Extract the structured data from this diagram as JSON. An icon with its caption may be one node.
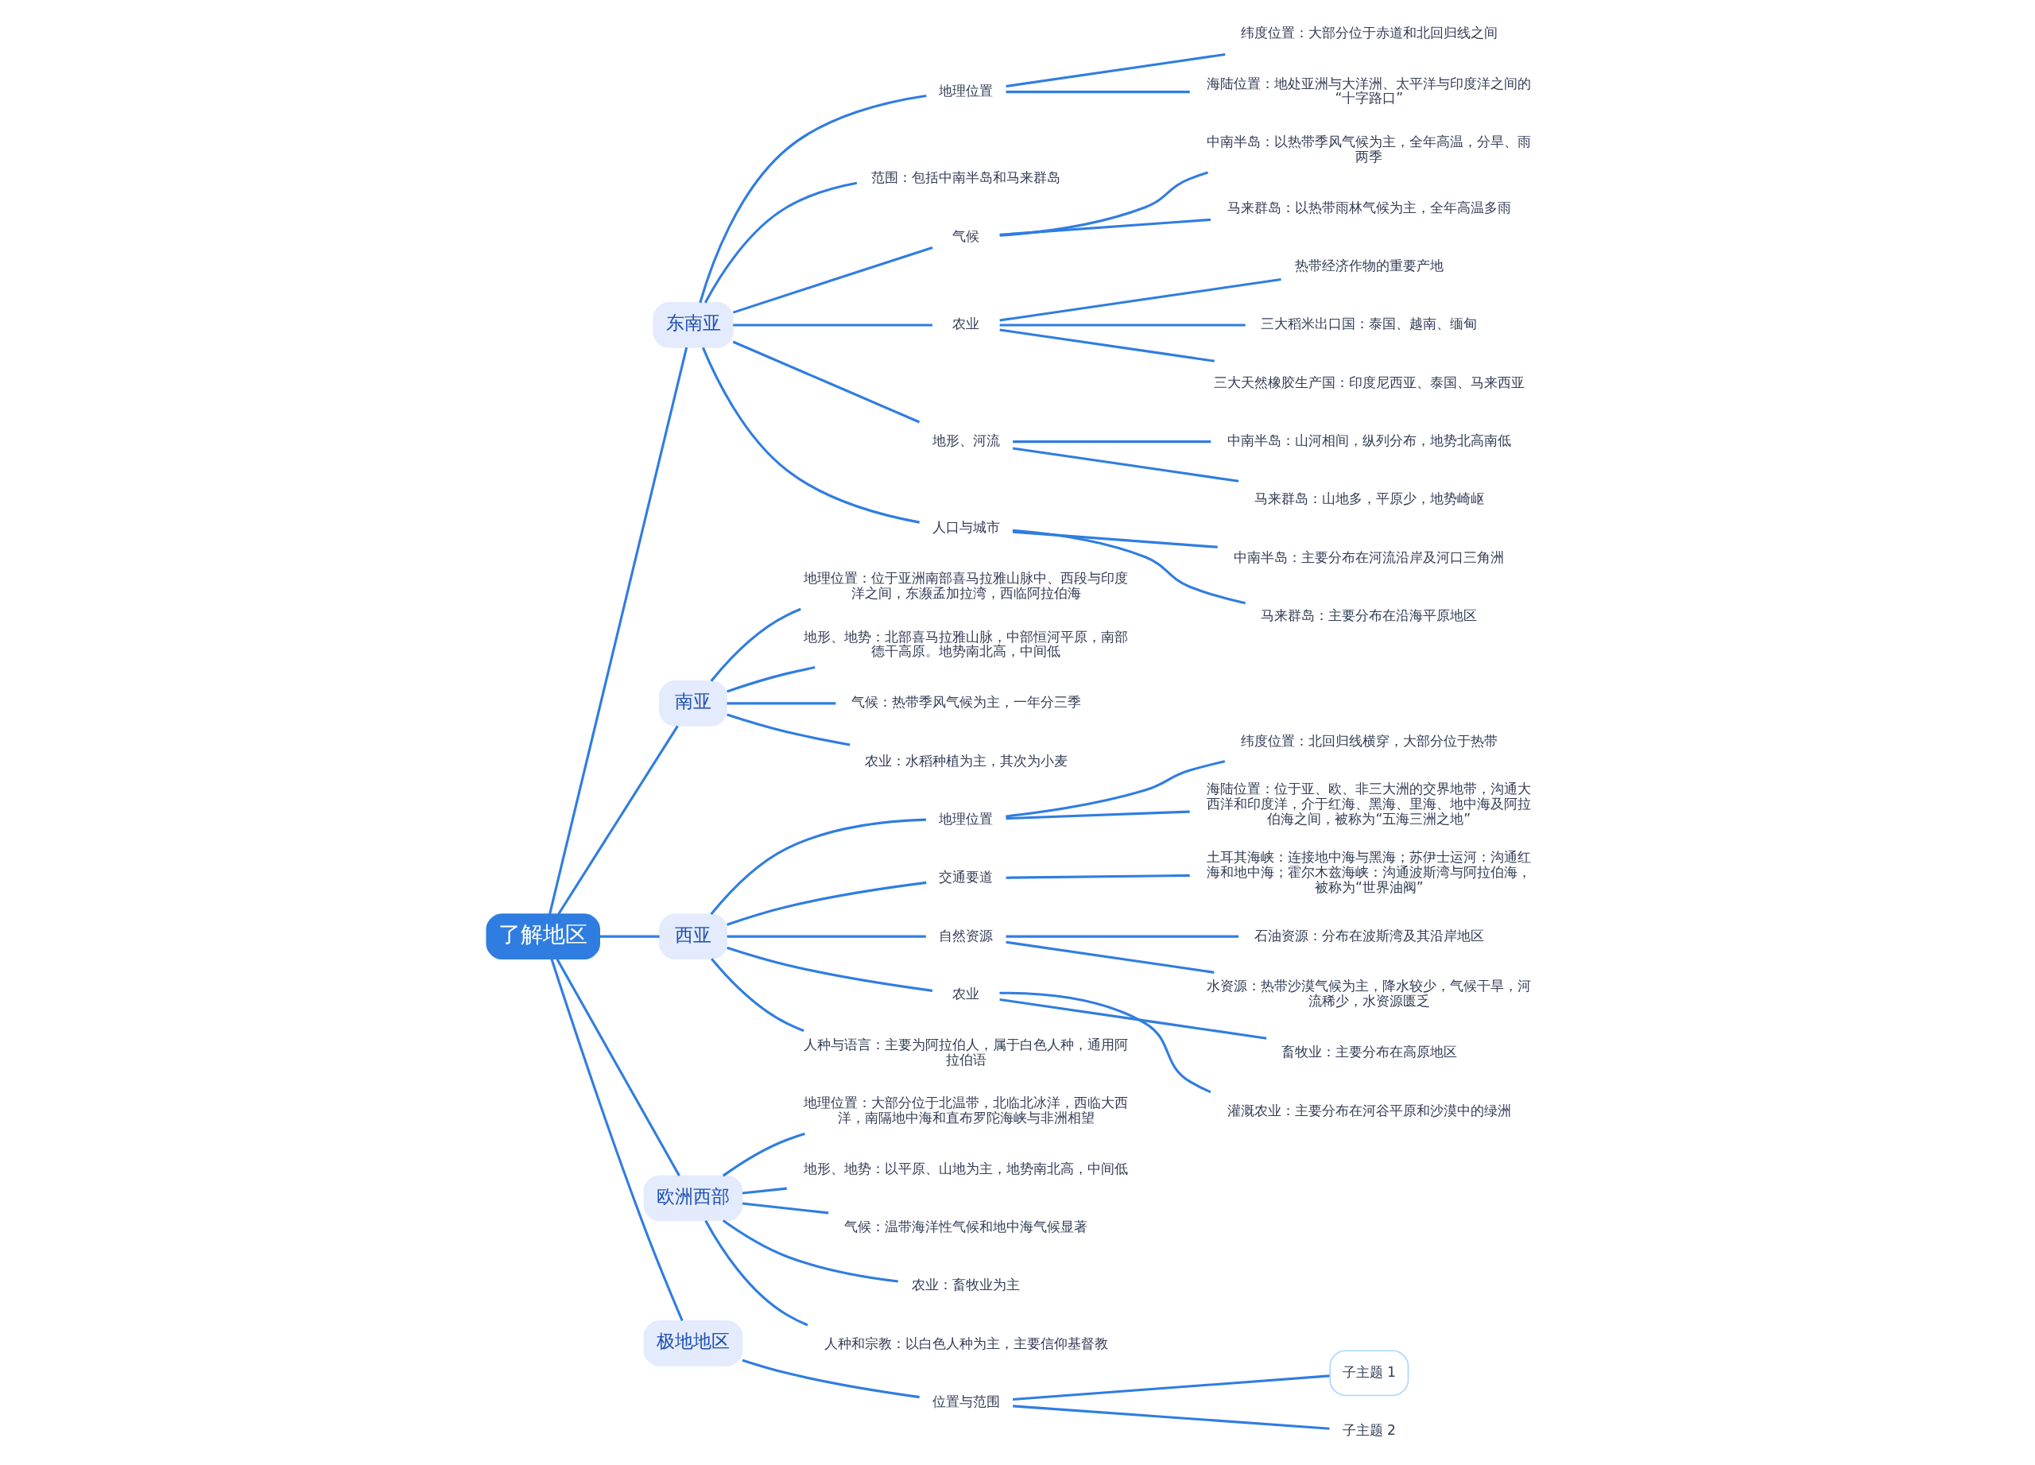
{
  "diagram": {
    "nodes": [
      {
        "text": [
          "了解地区"
        ]
      },
      {
        "text": [
          "东南亚"
        ]
      },
      {
        "text": [
          "地理位置"
        ]
      },
      {
        "text": [
          "纬度位置：大部分位于赤道和北回归线之间"
        ]
      },
      {
        "text": [
          "海陆位置：地处亚洲与大洋洲、太平洋与印度洋之间的“十字路口”"
        ]
      },
      {
        "text": [
          "范围：包括中南半岛和马来群岛"
        ]
      },
      {
        "text": [
          "气候"
        ]
      },
      {
        "text": [
          "中南半岛：以热带季风气候为主，全年高温，分旱、雨两季"
        ]
      },
      {
        "text": [
          "马来群岛：以热带雨林气候为主，全年高温多雨"
        ]
      },
      {
        "text": [
          "农业"
        ]
      },
      {
        "text": [
          "热带经济作物的重要产地"
        ]
      },
      {
        "text": [
          "三大稻米出口国：泰国、越南、缅甸"
        ]
      },
      {
        "text": [
          "三大天然橡胶生产国：印度尼西亚、泰国、马来西亚"
        ]
      },
      {
        "text": [
          "地形、河流"
        ]
      },
      {
        "text": [
          "中南半岛：山河相间，纵列分布，地势北高南低"
        ]
      },
      {
        "text": [
          "马来群岛：山地多，平原少，地势崎岖"
        ]
      },
      {
        "text": [
          "人口与城市"
        ]
      },
      {
        "text": [
          "中南半岛：主要分布在河流沿岸及河口三角洲"
        ]
      },
      {
        "text": [
          "马来群岛：主要分布在沿海平原地区"
        ]
      },
      {
        "text": [
          "南亚"
        ]
      },
      {
        "text": [
          "地理位置：位于亚洲南部喜马拉雅山脉中、西段与印度洋之间，东濒孟加拉湾，西临阿拉伯海"
        ]
      },
      {
        "text": [
          "地形、地势：北部喜马拉雅山脉，中部恒河平原，南部德干高原。地势南北高，中间低"
        ]
      },
      {
        "text": [
          "气候：热带季风气候为主，一年分三季"
        ]
      },
      {
        "text": [
          "农业：水稻种植为主，其次为小麦"
        ]
      },
      {
        "text": [
          "西亚"
        ]
      },
      {
        "text": [
          "地理位置"
        ]
      },
      {
        "text": [
          "纬度位置：北回归线横穿，大部分位于热带"
        ]
      },
      {
        "text": [
          "海陆位置：位于亚、欧、非三大洲的交界地带，沟通大西洋和印度洋，介于红海、黑海、里海、地中海及阿拉伯海之间，被称为“五海三洲之地”"
        ]
      },
      {
        "text": [
          "交通要道"
        ]
      },
      {
        "text": [
          "土耳其海峡：连接地中海与黑海；苏伊士运河：沟通红海和地中海；霍尔木兹海峡：沟通波斯湾与阿拉伯海，被称为“世界油阀”"
        ]
      },
      {
        "text": [
          "自然资源"
        ]
      },
      {
        "text": [
          "石油资源：分布在波斯湾及其沿岸地区"
        ]
      },
      {
        "text": [
          "水资源：热带沙漠气候为主，降水较少，气候干旱，河流稀少，水资源匮乏"
        ]
      },
      {
        "text": [
          "农业"
        ]
      },
      {
        "text": [
          "畜牧业：主要分布在高原地区"
        ]
      },
      {
        "text": [
          "灌溉农业：主要分布在河谷平原和沙漠中的绿洲"
        ]
      },
      {
        "text": [
          "人种与语言：主要为阿拉伯人，属于白色人种，通用阿拉伯语"
        ]
      },
      {
        "text": [
          "欧洲西部"
        ]
      },
      {
        "text": [
          "地理位置：大部分位于北温带，北临北冰洋，西临大西洋，南隔地中海和直布罗陀海峡与非洲相望"
        ]
      },
      {
        "text": [
          "地形、地势：以平原、山地为主，地势南北高，中间低"
        ]
      },
      {
        "text": [
          "气候：温带海洋性气候和地中海气候显著"
        ]
      },
      {
        "text": [
          "农业：畜牧业为主"
        ]
      },
      {
        "text": [
          "人种和宗教：以白色人种为主，主要信仰基督教"
        ]
      },
      {
        "text": [
          "极地地区"
        ]
      },
      {
        "text": [
          "位置与范围"
        ]
      },
      {
        "text": [
          "子主题 1"
        ]
      },
      {
        "text": [
          "子主题 2"
        ]
      }
    ],
    "edges": [
      {
        "from": 0,
        "to": 1,
        "arrow": "none"
      },
      {
        "from": 1,
        "to": 2,
        "arrow": "none"
      },
      {
        "from": 2,
        "to": 3,
        "arrow": "none"
      },
      {
        "from": 2,
        "to": 4,
        "arrow": "none"
      },
      {
        "from": 1,
        "to": 5,
        "arrow": "none"
      },
      {
        "from": 1,
        "to": 6,
        "arrow": "none"
      },
      {
        "from": 6,
        "to": 7,
        "arrow": "none"
      },
      {
        "from": 6,
        "to": 8,
        "arrow": "none"
      },
      {
        "from": 1,
        "to": 9,
        "arrow": "none"
      },
      {
        "from": 9,
        "to": 10,
        "arrow": "none"
      },
      {
        "from": 9,
        "to": 11,
        "arrow": "none"
      },
      {
        "from": 9,
        "to": 12,
        "arrow": "none"
      },
      {
        "from": 1,
        "to": 13,
        "arrow": "none"
      },
      {
        "from": 13,
        "to": 14,
        "arrow": "none"
      },
      {
        "from": 13,
        "to": 15,
        "arrow": "none"
      },
      {
        "from": 1,
        "to": 16,
        "arrow": "none"
      },
      {
        "from": 16,
        "to": 17,
        "arrow": "none"
      },
      {
        "from": 16,
        "to": 18,
        "arrow": "none"
      },
      {
        "from": 0,
        "to": 19,
        "arrow": "none"
      },
      {
        "from": 19,
        "to": 20,
        "arrow": "none"
      },
      {
        "from": 19,
        "to": 21,
        "arrow": "none"
      },
      {
        "from": 19,
        "to": 22,
        "arrow": "none"
      },
      {
        "from": 19,
        "to": 23,
        "arrow": "none"
      },
      {
        "from": 0,
        "to": 24,
        "arrow": "none"
      },
      {
        "from": 24,
        "to": 25,
        "arrow": "none"
      },
      {
        "from": 25,
        "to": 26,
        "arrow": "none"
      },
      {
        "from": 25,
        "to": 27,
        "arrow": "none"
      },
      {
        "from": 24,
        "to": 28,
        "arrow": "none"
      },
      {
        "from": 28,
        "to": 29,
        "arrow": "none"
      },
      {
        "from": 24,
        "to": 30,
        "arrow": "none"
      },
      {
        "from": 30,
        "to": 31,
        "arrow": "none"
      },
      {
        "from": 30,
        "to": 32,
        "arrow": "none"
      },
      {
        "from": 24,
        "to": 33,
        "arrow": "none"
      },
      {
        "from": 33,
        "to": 34,
        "arrow": "none"
      },
      {
        "from": 33,
        "to": 35,
        "arrow": "none"
      },
      {
        "from": 24,
        "to": 36,
        "arrow": "none"
      },
      {
        "from": 0,
        "to": 37,
        "arrow": "none"
      },
      {
        "from": 37,
        "to": 38,
        "arrow": "none"
      },
      {
        "from": 37,
        "to": 39,
        "arrow": "none"
      },
      {
        "from": 37,
        "to": 40,
        "arrow": "none"
      },
      {
        "from": 37,
        "to": 41,
        "arrow": "none"
      },
      {
        "from": 37,
        "to": 42,
        "arrow": "none"
      },
      {
        "from": 0,
        "to": 43,
        "arrow": "none"
      },
      {
        "from": 43,
        "to": 44,
        "arrow": "none"
      },
      {
        "from": 44,
        "to": 45,
        "arrow": "none"
      },
      {
        "from": 44,
        "to": 46,
        "arrow": "none"
      }
    ]
  }
}
